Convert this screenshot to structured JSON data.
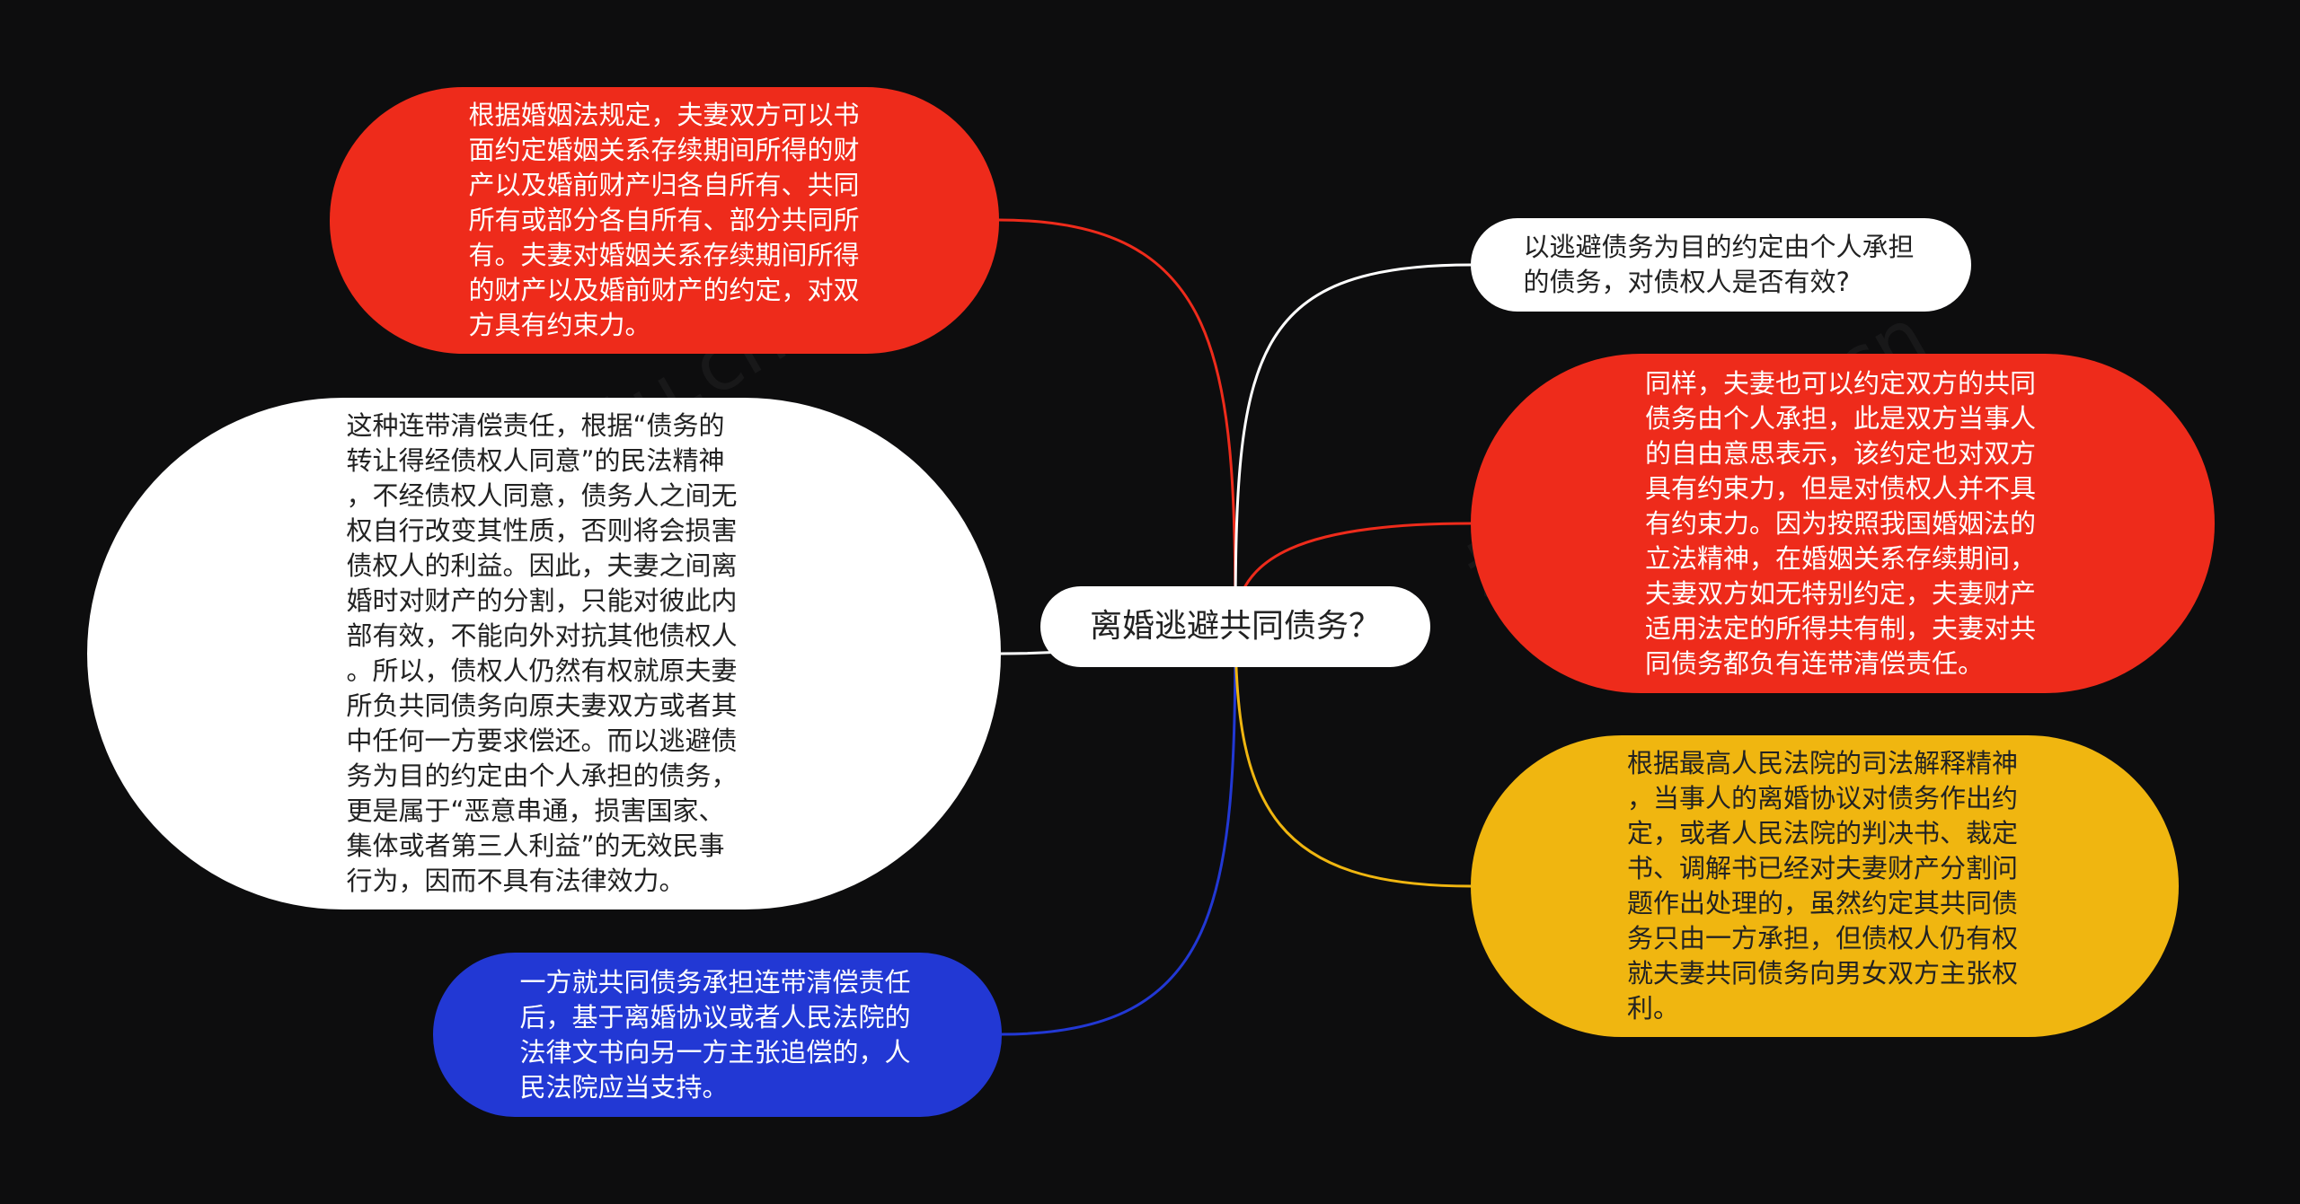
{
  "center": {
    "label": "离婚逃避共同债务？",
    "color": "#ffffff"
  },
  "branches": [
    {
      "id": "left-red",
      "side": "left",
      "fill": "#ee2b1b",
      "line_color": "#ee2b1b",
      "text": "根据婚姻法规定，夫妻双方可以书\n面约定婚姻关系存续期间所得的财\n产以及婚前财产归各自所有、共同\n所有或部分各自所有、部分共同所\n有。夫妻对婚姻关系存续期间所得\n的财产以及婚前财产的约定，对双\n方具有约束力。"
    },
    {
      "id": "left-white",
      "side": "left",
      "fill": "#ffffff",
      "line_color": "#ffffff",
      "text": "这种连带清偿责任，根据“债务的\n转让得经债权人同意”的民法精神\n，不经债权人同意，债务人之间无\n权自行改变其性质，否则将会损害\n债权人的利益。因此，夫妻之间离\n婚时对财产的分割，只能对彼此内\n部有效，不能向外对抗其他债权人\n。所以，债权人仍然有权就原夫妻\n所负共同债务向原夫妻双方或者其\n中任何一方要求偿还。而以逃避债\n务为目的约定由个人承担的债务，\n更是属于“恶意串通，损害国家、\n集体或者第三人利益”的无效民事\n行为，因而不具有法律效力。"
    },
    {
      "id": "left-blue",
      "side": "left",
      "fill": "#2238d4",
      "line_color": "#2238d4",
      "text": "一方就共同债务承担连带清偿责任\n后，基于离婚协议或者人民法院的\n法律文书向另一方主张追偿的，人\n民法院应当支持。"
    },
    {
      "id": "right-white",
      "side": "right",
      "fill": "#ffffff",
      "line_color": "#ffffff",
      "text": "以逃避债务为目的约定由个人承担\n的债务，对债权人是否有效?"
    },
    {
      "id": "right-red",
      "side": "right",
      "fill": "#ee2b1b",
      "line_color": "#ee2b1b",
      "text": "同样，夫妻也可以约定双方的共同\n债务由个人承担，此是双方当事人\n的自由意思表示，该约定也对双方\n具有约束力，但是对债权人并不具\n有约束力。因为按照我国婚姻法的\n立法精神，在婚姻关系存续期间，\n夫妻双方如无特别约定，夫妻财产\n适用法定的所得共有制，夫妻对共\n同债务都负有连带清偿责任。"
    },
    {
      "id": "right-yellow",
      "side": "right",
      "fill": "#f0b610",
      "line_color": "#f0b610",
      "text": "根据最高人民法院的司法解释精神\n，当事人的离婚协议对债务作出约\n定，或者人民法院的判决书、裁定\n书、调解书已经对夫妻财产分割问\n题作出处理的，虽然约定其共同债\n务只由一方承担，但债权人仍有权\n就夫妻共同债务向男女双方主张权\n利。"
    }
  ],
  "watermark": {
    "text_left": "树图 shutu.cn",
    "text_right": "树图 shutu.cn"
  }
}
